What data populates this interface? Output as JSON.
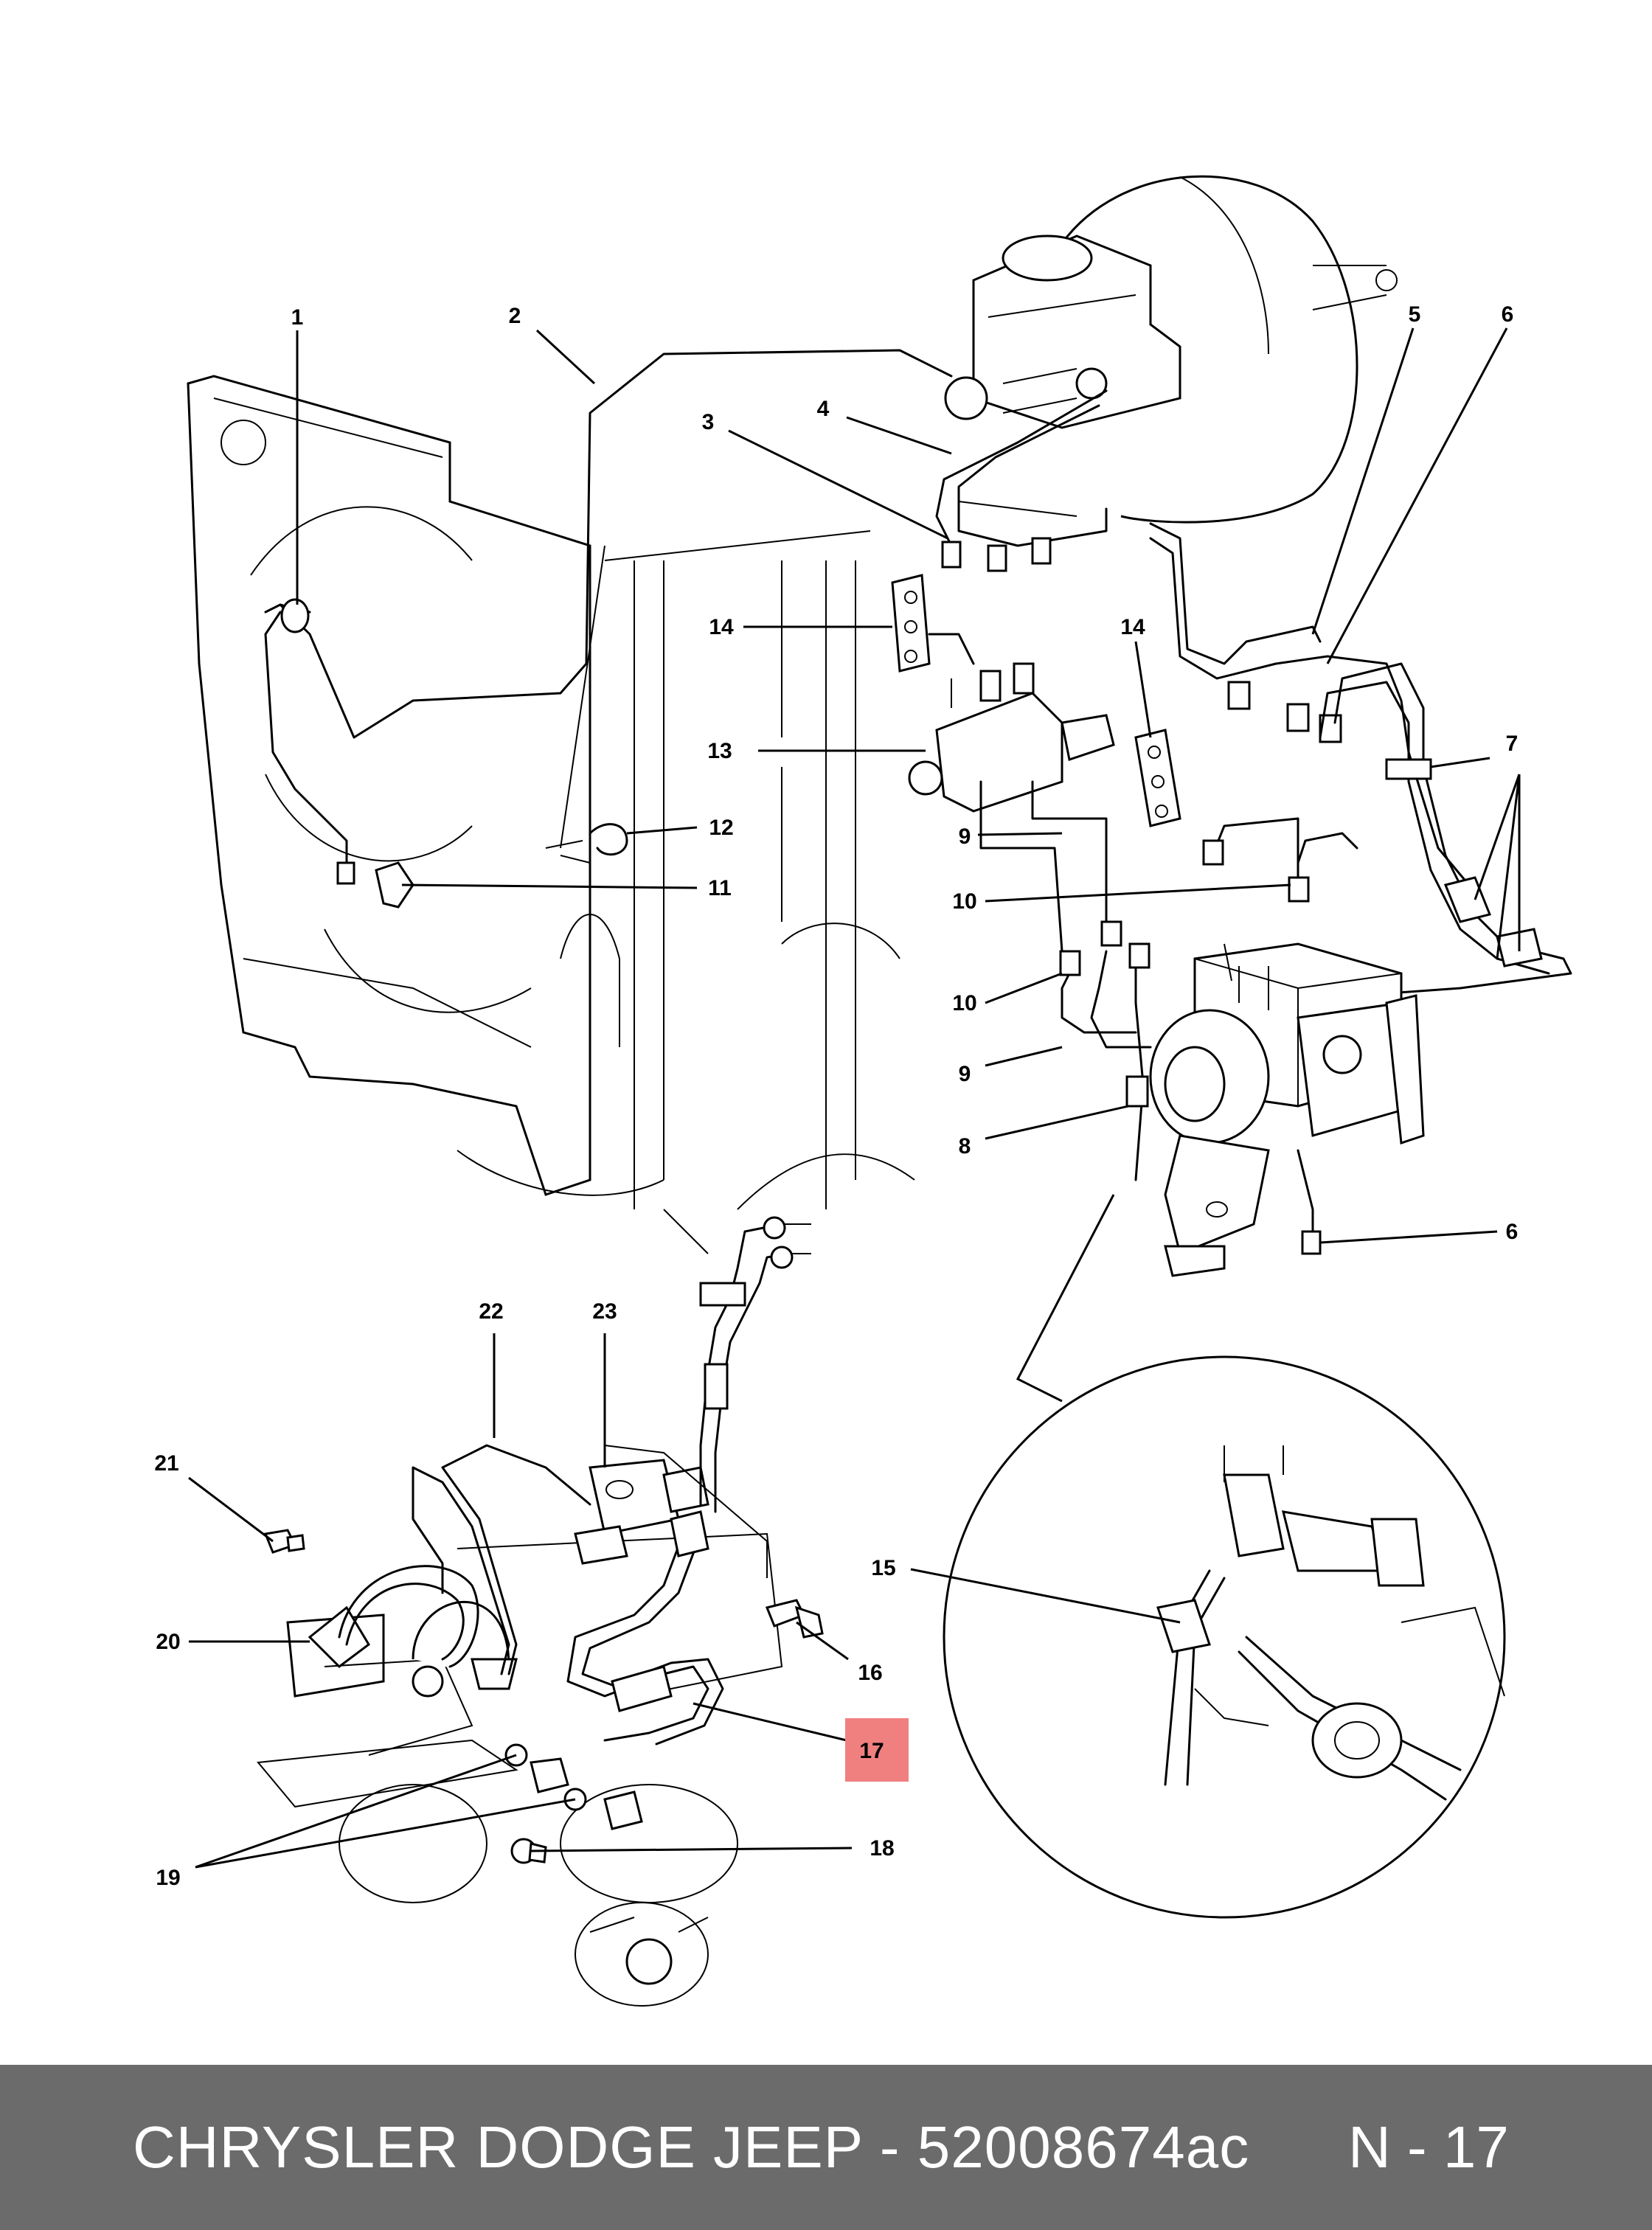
{
  "labels": {
    "l1": "1",
    "l2": "2",
    "l3": "3",
    "l4": "4",
    "l5": "5",
    "l6a": "6",
    "l14a": "14",
    "l14b": "14",
    "l13": "13",
    "l12": "12",
    "l11": "11",
    "l9a": "9",
    "l10a": "10",
    "l10b": "10",
    "l7": "7",
    "l9b": "9",
    "l8": "8",
    "l6b": "6",
    "l22": "22",
    "l23": "23",
    "l21": "21",
    "l15": "15",
    "l16": "16",
    "l20": "20",
    "l17": "17",
    "l19": "19",
    "l18": "18"
  },
  "highlight_color": "#f08080",
  "footer": {
    "title": "CHRYSLER DODGE JEEP - 52008674ac",
    "page": "N - 17"
  }
}
